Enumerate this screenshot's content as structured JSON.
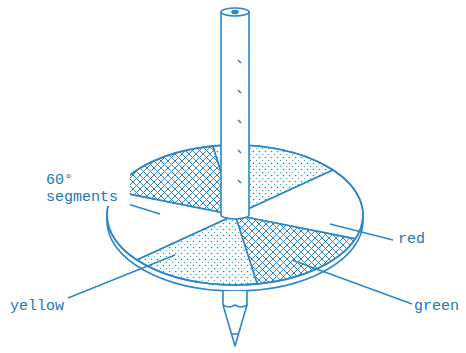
{
  "diagram": {
    "labels": [
      "60° segments",
      "red",
      "yellow",
      "green"
    ]
  }
}
